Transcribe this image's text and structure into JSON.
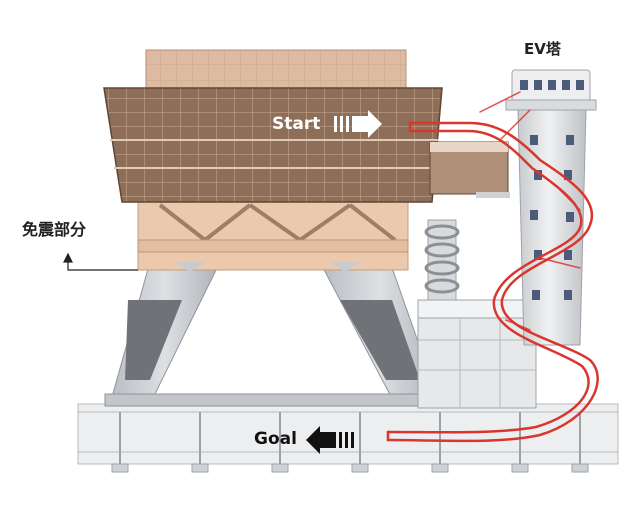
{
  "labels": {
    "ev_tower": "EV塔",
    "seismic_isolation": "免震部分",
    "start": "Start",
    "goal": "Goal"
  },
  "colors": {
    "slide": "#d8362e",
    "building_upper": "#8a6a56",
    "building_roof": "#d9b59c",
    "isolation_layer": "#e8c4a8",
    "legs": "#c9ccd0",
    "tower": "#e2e4e6",
    "window": "#4a5a78",
    "ground": "#d4d6d8"
  },
  "icons": [
    "start-arrow-icon",
    "goal-arrow-icon",
    "pointer-arrow-icon"
  ]
}
